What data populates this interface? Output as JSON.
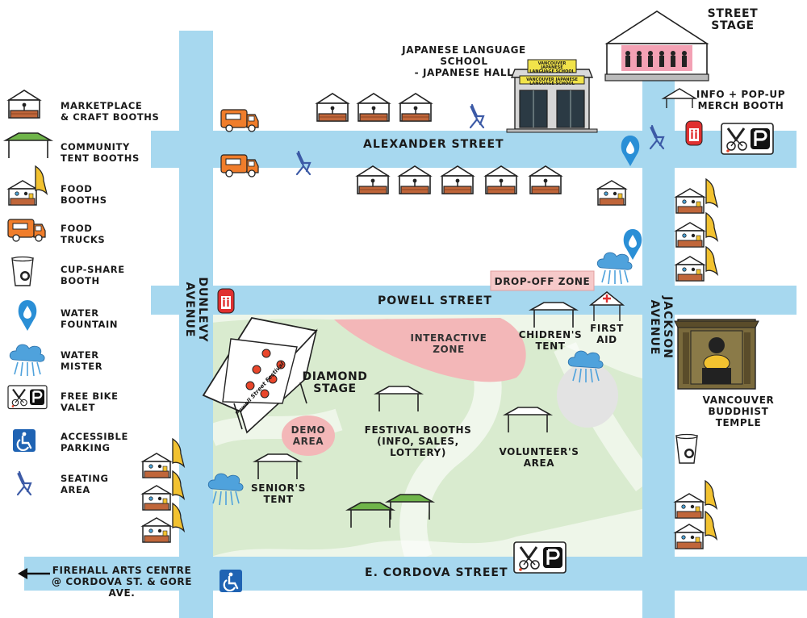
{
  "legend": {
    "marketplace": "MARKETPLACE\n& CRAFT BOOTHS",
    "community": "COMMUNITY\nTENT BOOTHS",
    "food_booths": "FOOD\nBOOTHS",
    "food_trucks": "FOOD\nTRUCKS",
    "cup_share": "CUP-SHARE\nBOOTH",
    "water_fountain": "WATER\nFOUNTAIN",
    "water_mister": "WATER\nMISTER",
    "bike_valet": "FREE BIKE\nVALET",
    "accessible_parking": "ACCESSIBLE\nPARKING",
    "seating": "SEATING\nAREA"
  },
  "streets": {
    "alexander": "ALEXANDER STREET",
    "powell": "POWELL STREET",
    "cordova": "E. CORDOVA STREET",
    "dunlevy": "DUNLEVY AVENUE",
    "jackson": "JACKSON AVENUE"
  },
  "places": {
    "japanese_hall": "JAPANESE LANGUAGE SCHOOL\n- JAPANESE HALL",
    "hall_sign_top": "VANCOUVER JAPANESE LANGUAGE SCHOOL",
    "hall_sign_bottom": "VANCOUVER JAPANESE LANGUAGE SCHOOL",
    "street_stage": "STREET\nSTAGE",
    "info_merch": "INFO + POP-UP\nMERCH BOOTH",
    "drop_off": "DROP-OFF ZONE",
    "interactive": "INTERACTIVE\nZONE",
    "childrens": "CHIDREN'S\nTENT",
    "first_aid": "FIRST\nAID",
    "diamond_stage": "DIAMOND\nSTAGE",
    "stage_banner": "Powell Street Festival",
    "demo": "DEMO\nAREA",
    "festival_booths": "FESTIVAL BOOTHS\n(INFO, SALES, LOTTERY)",
    "volunteers": "VOLUNTEER'S\nAREA",
    "seniors": "SENIOR'S\nTENT",
    "buddhist": "VANCOUVER\nBUDDHIST TEMPLE",
    "firehall": "FIREHALL ARTS CENTRE\n@ CORDOVA ST. & GORE AVE."
  },
  "colors": {
    "road": "#a7d8ef",
    "park": "#d9ebcf",
    "pink_zone": "#f3b7b8",
    "grey_zone": "#e3e3e3",
    "food_truck": "#f07d2b",
    "accent_blue": "#2a8fd6",
    "seating_blue": "#3c5aa6",
    "booth_wood": "#c0663a",
    "community_green": "#6fb54a",
    "food_yellow": "#f2c230"
  }
}
